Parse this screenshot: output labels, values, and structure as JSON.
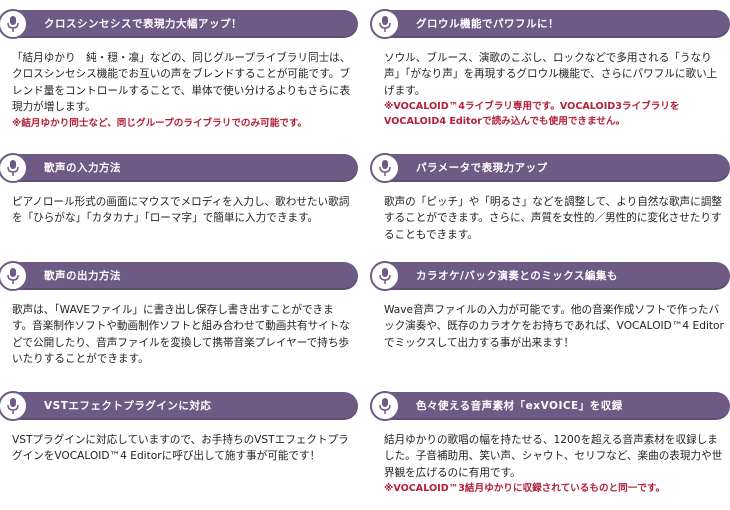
{
  "cards": [
    {
      "title": "クロスシンセシスで表現力大幅アップ！",
      "body": "「結月ゆかり　純・穏・凛」などの、同じグループライブラリ同士は、クロスシンセシス機能でお互いの声をブレンドすることが可能です。ブレンド量をコントロールすることで、単体で使い分けるよりもさらに表現力が増します。",
      "note": "※結月ゆかり同士など、同じグループのライブラリでのみ可能です。"
    },
    {
      "title": "グロウル機能でパワフルに！",
      "body": "ソウル、ブルース、演歌のこぶし、ロックなどで多用される「うなり声」「がなり声」を再現するグロウル機能で、さらにパワフルに歌い上げます。",
      "note": "※VOCALOID™4ライブラリ専用です。VOCALOID3ライブラリをVOCALOID4 Editorで読み込んでも使用できません。"
    },
    {
      "title": "歌声の入力方法",
      "body": "ピアノロール形式の画面にマウスでメロディを入力し、歌わせたい歌詞を「ひらがな」「カタカナ」「ローマ字」で簡単に入力できます。",
      "note": ""
    },
    {
      "title": "パラメータで表現力アップ",
      "body": "歌声の「ピッチ」や「明るさ」などを調整して、より自然な歌声に調整することができます。さらに、声質を女性的／男性的に変化させたりすることもできます。",
      "note": ""
    },
    {
      "title": "歌声の出力方法",
      "body": "歌声は、「WAVEファイル」に書き出し保存し書き出すことができます。音楽制作ソフトや動画制作ソフトと組み合わせて動画共有サイトなどで公開したり、音声ファイルを変換して携帯音楽プレイヤーで持ち歩いたりすることができます。",
      "note": ""
    },
    {
      "title": "カラオケ/バック演奏とのミックス編集も",
      "body": "Wave音声ファイルの入力が可能です。他の音楽作成ソフトで作ったバック演奏や、既存のカラオケをお持ちであれば、VOCALOID™4 Editorでミックスして出力する事が出来ます！",
      "note": ""
    },
    {
      "title": "VSTエフェクトプラグインに対応",
      "body": "VSTプラグインに対応していますので、お手持ちのVSTエフェクトプラグインをVOCALOID™4 Editorに呼び出して施す事が可能です！",
      "note": ""
    },
    {
      "title": "色々使える音声素材「exVOICE」を収録",
      "body": "結月ゆかりの歌唱の幅を持たせる、1200を超える音声素材を収録しました。子音補助用、笑い声、シャウト、セリフなど、楽曲の表現力や世界観を広げるのに有用です。",
      "note": "※VOCALOID™3結月ゆかりに収録されているものと同一です。"
    }
  ],
  "colors": {
    "header_bg": "#6e5a84",
    "note": "#b3203a"
  },
  "icon": "microphone-icon"
}
